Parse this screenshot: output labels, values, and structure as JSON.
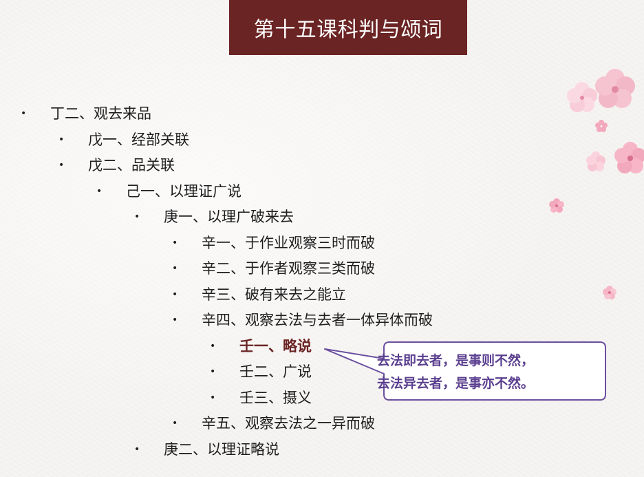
{
  "title": "第十五课科判与颂词",
  "outline": [
    {
      "level": 0,
      "text": "丁二、观去来品"
    },
    {
      "level": 1,
      "text": "戊一、经部关联"
    },
    {
      "level": 1,
      "text": "戊二、品关联"
    },
    {
      "level": 2,
      "text": "己一、以理证广说"
    },
    {
      "level": 3,
      "text": "庚一、以理广破来去"
    },
    {
      "level": 4,
      "text": "辛一、于作业观察三时而破"
    },
    {
      "level": 4,
      "text": "辛二、于作者观察三类而破"
    },
    {
      "level": 4,
      "text": "辛三、破有来去之能立"
    },
    {
      "level": 4,
      "text": "辛四、观察去法与去者一体异体而破"
    },
    {
      "level": 5,
      "text": "壬一、略说",
      "highlight": true
    },
    {
      "level": 5,
      "text": "壬二、广说"
    },
    {
      "level": 5,
      "text": "壬三、摄义"
    },
    {
      "level": 4,
      "text": "辛五、观察去法之一异而破"
    },
    {
      "level": 3,
      "text": "庚二、以理证略说"
    }
  ],
  "callout": {
    "line1": "去法即去者，是事则不然，",
    "line2": "去法异去者，是事亦不然。"
  },
  "bullet_glyph": "•",
  "colors": {
    "title_bg": "#6b2424",
    "highlight_text": "#6b2424",
    "callout_border": "#6b4f9e",
    "callout_text": "#5a3f8f",
    "blossom": "#f3b8c8"
  },
  "icons": [
    "cherry-blossom-icon"
  ]
}
